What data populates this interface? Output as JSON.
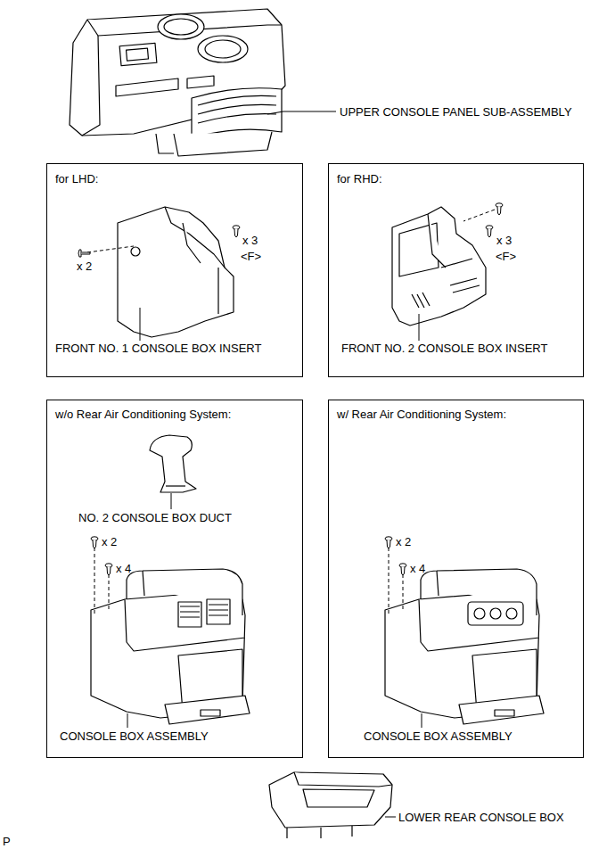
{
  "diagram": {
    "nodes": [
      {
        "text": [
          "for LHD:",
          "x 2",
          "x 3",
          "<F>",
          "FRONT NO. 1 CONSOLE BOX INSERT"
        ]
      },
      {
        "text": [
          "for RHD:",
          "x 3",
          "<F>",
          "FRONT NO. 2 CONSOLE BOX INSERT"
        ]
      },
      {
        "text": [
          "w/o Rear Air Conditioning System:",
          "NO. 2 CONSOLE BOX DUCT",
          "x 2",
          "x 4",
          "CONSOLE BOX ASSEMBLY"
        ]
      },
      {
        "text": [
          "w/ Rear Air Conditioning System:",
          "x 2",
          "x 4",
          "CONSOLE BOX ASSEMBLY"
        ]
      }
    ],
    "labels": [
      "UPPER CONSOLE PANEL SUB-ASSEMBLY",
      "LOWER REAR CONSOLE BOX",
      "P"
    ]
  }
}
